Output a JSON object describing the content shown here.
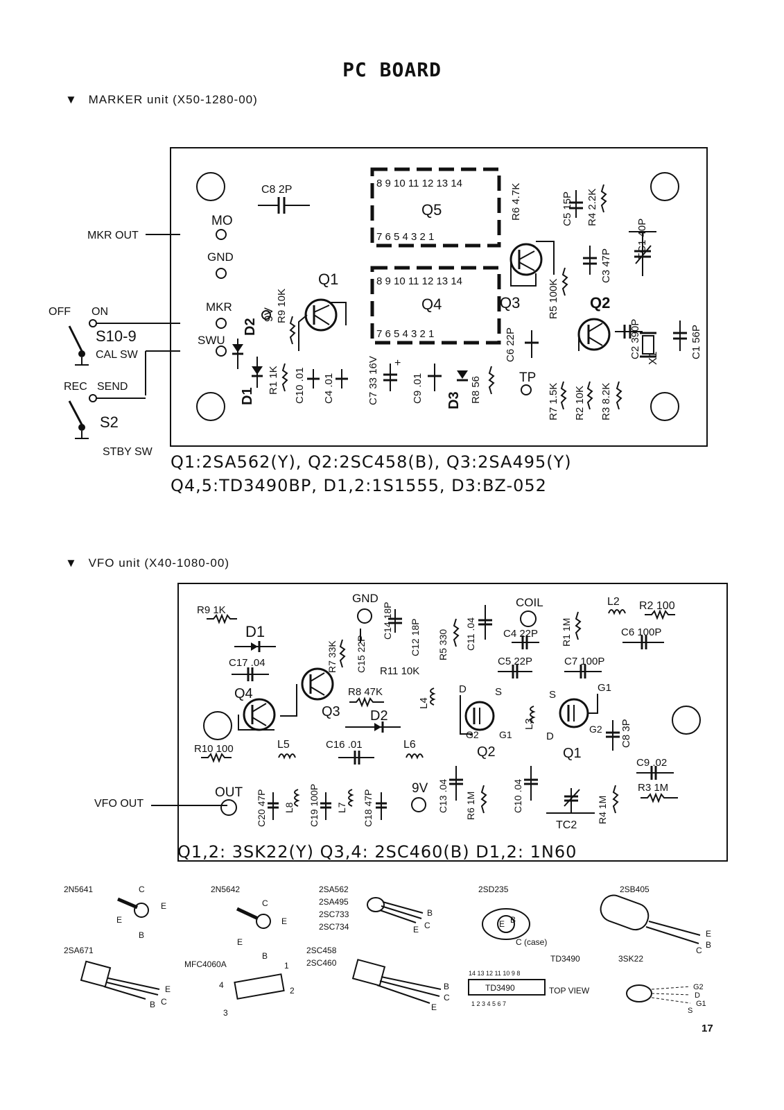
{
  "page_title": "PC BOARD",
  "marker": {
    "heading": "MARKER unit (X50-1280-00)",
    "ic_q5": {
      "label": "Q5",
      "top_pins": "8  9 10  11 12  13 14",
      "bottom_pins": "7  6  5 4  3  2  1"
    },
    "ic_q4": {
      "label": "Q4",
      "top_pins": "8  9 10 11 12  13 14",
      "bottom_pins": "7  6  5  4  3  2  1"
    },
    "terminals": [
      "MO",
      "GND",
      "MKR",
      "SWU",
      "TP",
      "9V"
    ],
    "components": [
      "C8 2P",
      "R6 4.7K",
      "C5 15P",
      "R4 2.2K",
      "TC1 40P",
      "C3 47P",
      "Q1",
      "Q2",
      "Q3",
      "R9 10K",
      "D2",
      "D1",
      "R1 1K",
      "C10 .01",
      "C4 .01",
      "C7 33 16V",
      "C9 .01",
      "D3",
      "R8 56",
      "C6 22P",
      "R5 100K",
      "C2 390P",
      "X1",
      "C1 56P",
      "R7 1.5K",
      "R2 10K",
      "R3 8.2K"
    ],
    "external": {
      "mkr_out": "MKR OUT",
      "off": "OFF",
      "on": "ON",
      "s10_9": "S10-9",
      "cal_sw": "CAL SW",
      "rec": "REC",
      "send": "SEND",
      "s2": "S2",
      "stby_sw": "STBY SW"
    },
    "parts_line1": "Q1:2SA562(Y), Q2:2SC458(B), Q3:2SA495(Y)",
    "parts_line2": "Q4,5:TD3490BP, D1,2:1S1555, D3:BZ-052"
  },
  "vfo": {
    "heading": "VFO unit (X40-1080-00)",
    "terminals": [
      "GND",
      "COIL",
      "OUT",
      "9V"
    ],
    "components": [
      "R9 1K",
      "D1",
      "R7 33K",
      "C15 22P",
      "C14 18P",
      "C12 18P",
      "R5 330",
      "C11 .04",
      "R1 1M",
      "L2",
      "R2 100",
      "C4 22P",
      "C6 100P",
      "C17 .04",
      "R11 10K",
      "C5 22P",
      "C7 100P",
      "Q4",
      "Q3",
      "R8 47K",
      "L4",
      "D2",
      "L3",
      "Q2",
      "Q1",
      "C8 3P",
      "R10 100",
      "L5",
      "C16 .01",
      "L6",
      "C9 .02",
      "C20 47P",
      "L8",
      "C19 100P",
      "L7",
      "C18 47P",
      "C13 .04",
      "R6 1M",
      "C10 .04",
      "TC2",
      "R4 1M",
      "R3 1M"
    ],
    "labels": {
      "vfo_out": "VFO OUT",
      "d": "D",
      "s": "S",
      "g1": "G1",
      "g2": "G2"
    },
    "parts_line": "Q1,2: 3SK22(Y)   Q3,4: 2SC460(B)   D1,2: 1N60"
  },
  "pinouts": [
    {
      "part": "2N5641",
      "pins": [
        "C",
        "E",
        "E",
        "B"
      ]
    },
    {
      "part": "2N5642",
      "pins": [
        "C",
        "E",
        "E",
        "B"
      ]
    },
    {
      "part": "2SA562 2SA495 2SC733 2SC734",
      "pins": [
        "B",
        "C",
        "E"
      ]
    },
    {
      "part": "2SD235",
      "pins": [
        "E",
        "B",
        "C (case)"
      ]
    },
    {
      "part": "2SB405",
      "pins": [
        "E",
        "B",
        "C"
      ]
    },
    {
      "part": "2SA671",
      "pins": [
        "E",
        "C",
        "B"
      ]
    },
    {
      "part": "MFC4060A",
      "pins": [
        "1",
        "2",
        "3",
        "4"
      ]
    },
    {
      "part": "2SC458 2SC460",
      "pins": [
        "B",
        "C",
        "E"
      ]
    },
    {
      "part": "TD3490",
      "top_pins": "14 13 12 11 10 9 8",
      "bottom_pins": "1 2 3 4 5 6 7",
      "view": "TOP VIEW"
    },
    {
      "part": "3SK22",
      "pins": [
        "G2",
        "D",
        "G1",
        "S"
      ]
    }
  ],
  "page_number": "17"
}
